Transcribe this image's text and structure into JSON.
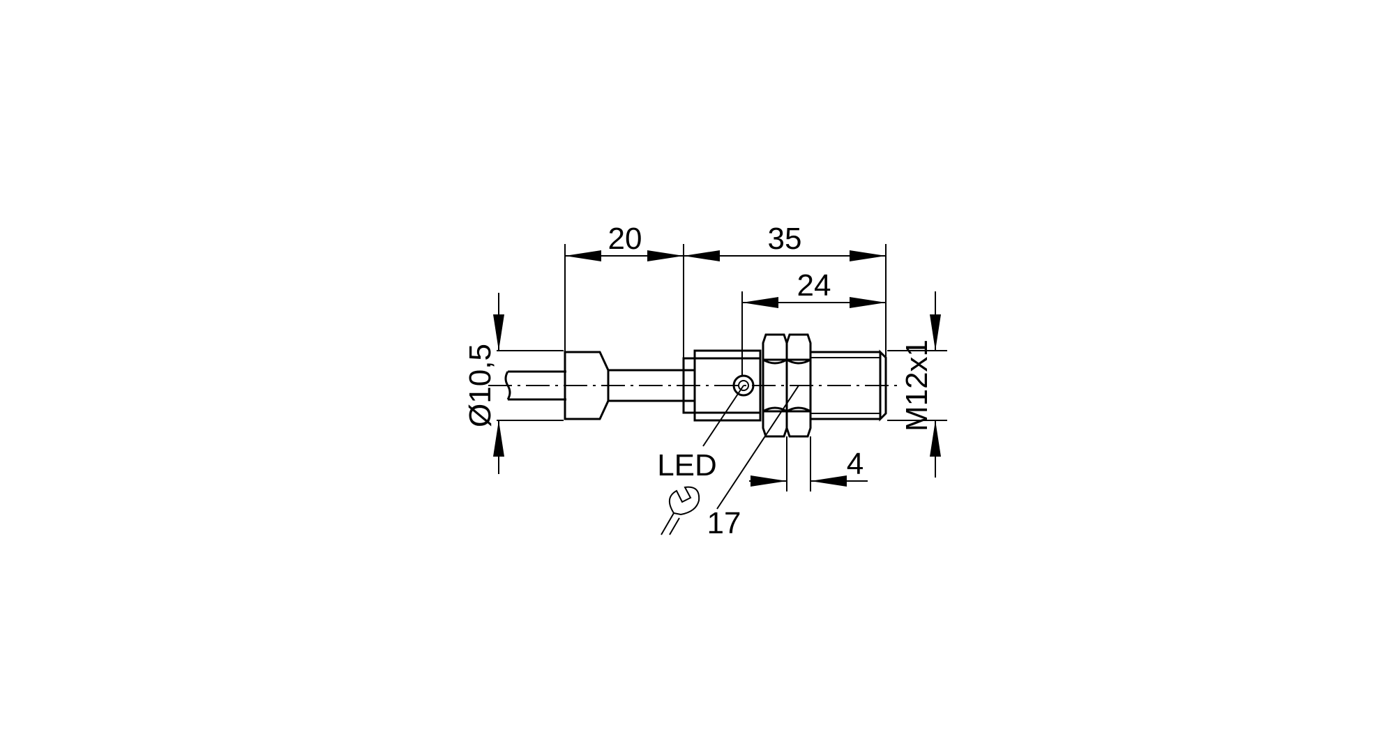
{
  "drawing": {
    "dimensions": {
      "cable_length": "20",
      "body_length": "35",
      "thread_length": "24",
      "tip_length": "4",
      "cable_diameter": "Ø10,5",
      "thread_size": "M12x1"
    },
    "labels": {
      "led": "LED",
      "wrench_size": "17"
    },
    "icons": {
      "wrench": "wrench-icon"
    },
    "colors": {
      "line": "#000000",
      "background": "#ffffff"
    }
  }
}
